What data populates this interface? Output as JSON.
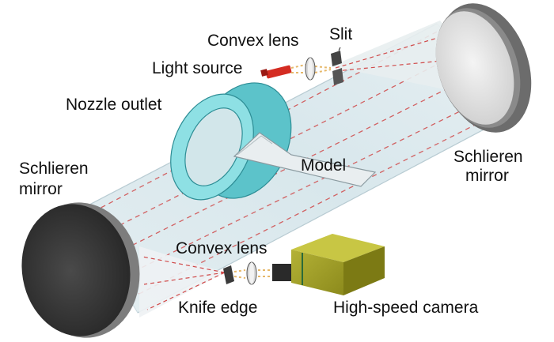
{
  "labels": {
    "convex_lens_top": "Convex lens",
    "slit": "Slit",
    "light_source": "Light source",
    "nozzle_outlet": "Nozzle outlet",
    "model": "Model",
    "schlieren_top_right": "Schlieren",
    "mirror_top_right": "mirror",
    "schlieren_left": "Schlieren",
    "mirror_left": "mirror",
    "convex_lens_bottom": "Convex lens",
    "knife_edge": "Knife edge",
    "high_speed_camera": "High-speed camera"
  },
  "colors": {
    "beam_fill": "#dce9ee",
    "beam_dash": "#d04a4a",
    "mirror_face": "#3b3b3b",
    "mirror_rim": "#7d7d7d",
    "nozzle": "#6fd0d6",
    "camera_body": "#9a9a22",
    "light_source": "#d42c22"
  }
}
